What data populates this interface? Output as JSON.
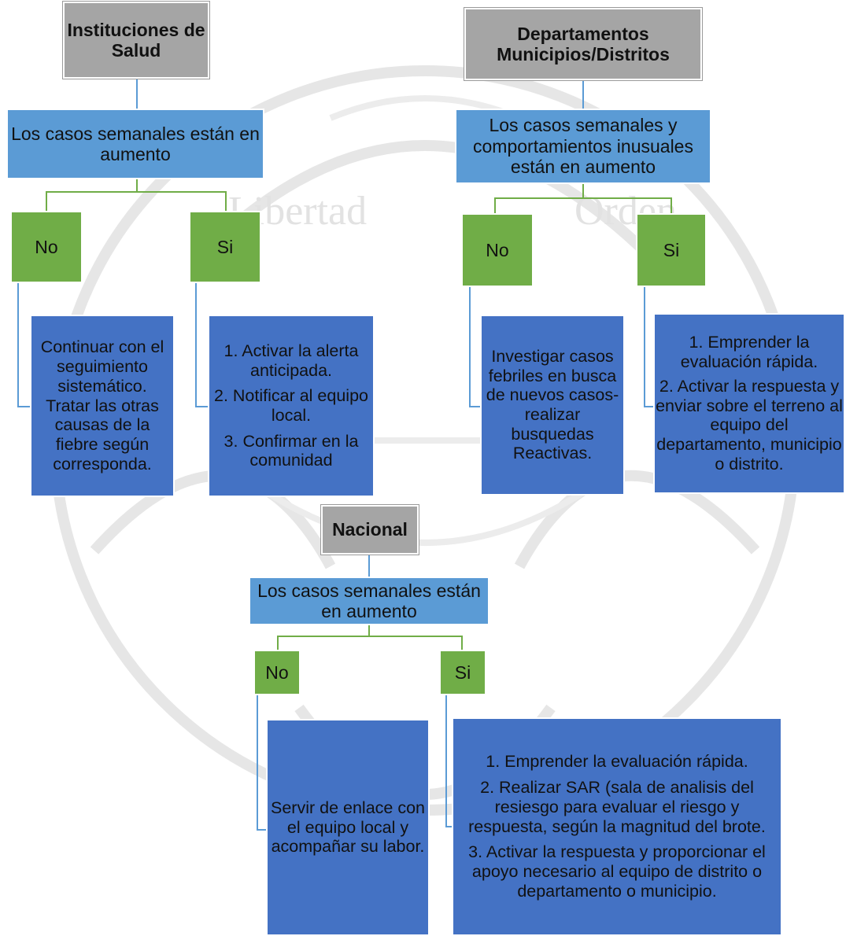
{
  "top_left": {
    "header": "Instituciones de Salud",
    "condition": "Los casos semanales están en aumento",
    "no_label": "No",
    "si_label": "Si",
    "no_action": [
      "Continuar con el seguimiento sistemático.",
      "Tratar las otras causas de la fiebre según corresponda."
    ],
    "si_action": [
      "1. Activar la alerta anticipada.",
      "2. Notificar al equipo local.",
      "3. Confirmar en la comunidad"
    ]
  },
  "top_right": {
    "header": "Departamentos Municipios/Distritos",
    "condition": "Los casos semanales y comportamientos inusuales están en aumento",
    "no_label": "No",
    "si_label": "Si",
    "no_action": [
      "Investigar casos febriles en busca de nuevos casos-realizar busquedas Reactivas."
    ],
    "si_action": [
      "1. Emprender la evaluación rápida.",
      "2. Activar la respuesta y enviar sobre el terreno al equipo del departamento, municipio o  distrito."
    ]
  },
  "bottom": {
    "header": "Nacional",
    "condition": "Los casos semanales están en aumento",
    "no_label": "No",
    "si_label": "Si",
    "no_action": [
      "Servir de enlace con el equipo local y acompañar su labor."
    ],
    "si_action": [
      "1. Emprender la evaluación rápida.",
      "2. Realizar SAR (sala de analisis del resiesgo para evaluar el riesgo y respuesta, según la magnitud del brote.",
      "3. Activar la respuesta y proporcionar el apoyo necesario al equipo de distrito o departamento o municipio."
    ]
  },
  "watermark": {
    "text_left": "Libertad",
    "text_right": "Orden"
  },
  "colors": {
    "header": "#a5a5a5",
    "condition": "#5b9bd5",
    "decision": "#70ad47",
    "action": "#4472c4"
  }
}
